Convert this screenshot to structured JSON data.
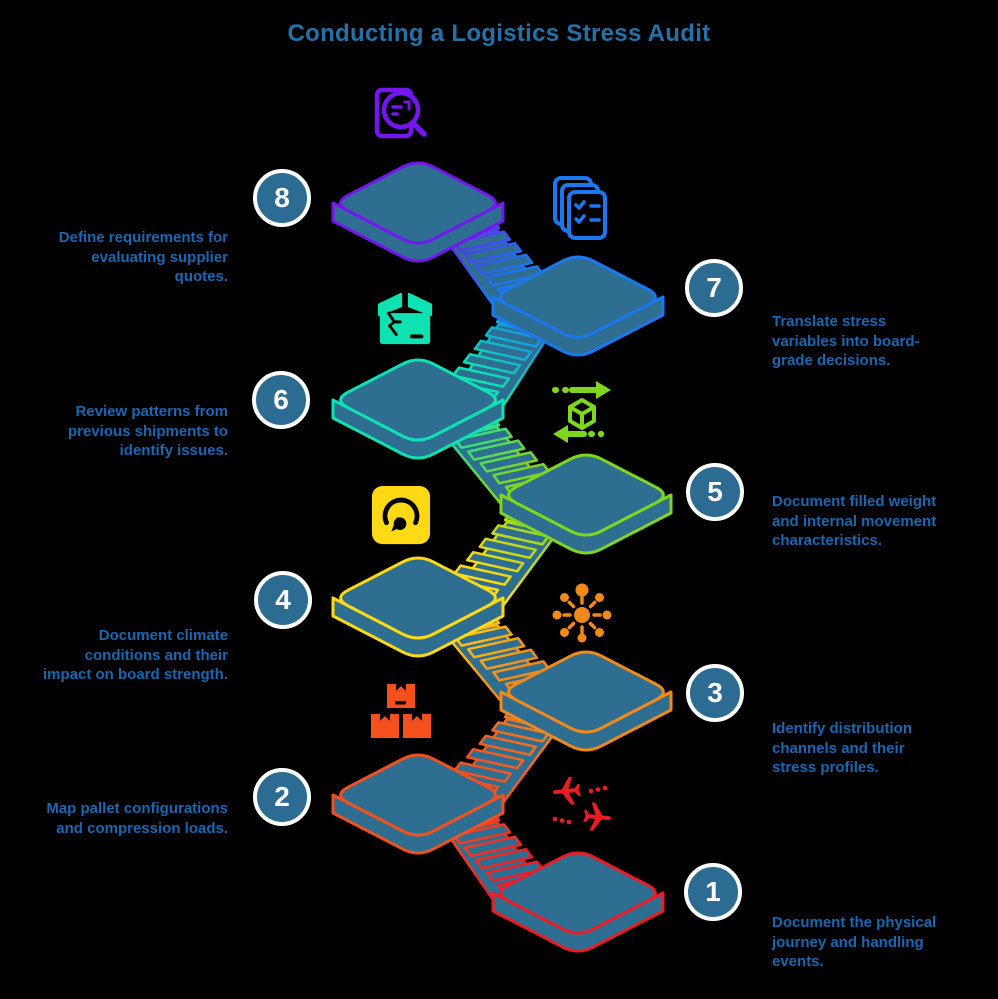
{
  "title": "Conducting a Logistics Stress Audit",
  "palette": {
    "background": "#000000",
    "title_color": "#2272A9",
    "text_color": "#1A67B2",
    "platform_fill": "#2E6F91",
    "badge_fill": "#2C6C92",
    "badge_ring": "#FFFFFF",
    "badge_text": "#FFFFFF"
  },
  "steps": [
    {
      "number": "1",
      "label": "Document the physical journey and handling events.",
      "color": "#ED1C24",
      "icon": "airplanes-icon",
      "side": "right"
    },
    {
      "number": "2",
      "label": "Map pallet configurations and compression loads.",
      "color": "#F4501E",
      "icon": "pallet-boxes-icon",
      "side": "left"
    },
    {
      "number": "3",
      "label": "Identify distribution channels and their stress profiles.",
      "color": "#F18A1B",
      "icon": "distribution-hub-icon",
      "side": "right"
    },
    {
      "number": "4",
      "label": "Document climate conditions and their impact on board strength.",
      "color": "#FFD914",
      "icon": "climate-gauge-icon",
      "side": "left"
    },
    {
      "number": "5",
      "label": "Document filled weight and internal movement characteristics.",
      "color": "#7FD61E",
      "icon": "cube-movement-icon",
      "side": "right"
    },
    {
      "number": "6",
      "label": "Review patterns from previous shipments to identify issues.",
      "color": "#0FE2B2",
      "icon": "damaged-box-icon",
      "side": "left"
    },
    {
      "number": "7",
      "label": "Translate stress variables into board-grade decisions.",
      "color": "#1A78F0",
      "icon": "checklist-docs-icon",
      "side": "right"
    },
    {
      "number": "8",
      "label": "Define requirements for evaluating supplier quotes.",
      "color": "#7316F0",
      "icon": "search-document-icon",
      "side": "left"
    }
  ]
}
